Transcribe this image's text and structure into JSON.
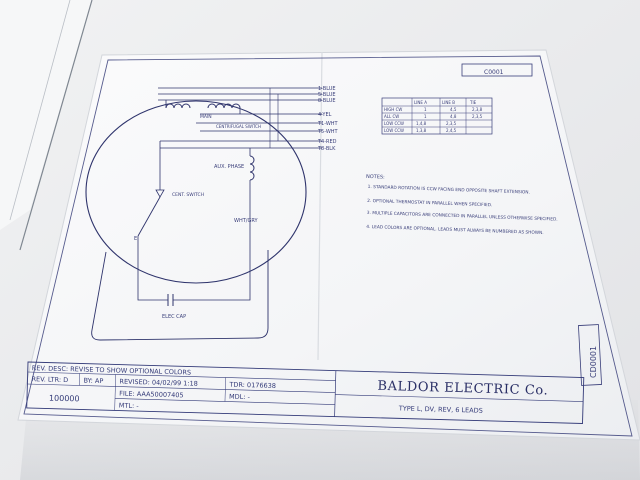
{
  "drawing_code": "CD0001",
  "corner_code": "C0001",
  "leads": [
    "1-BLUE",
    "5-BLUE",
    "8-BLUE",
    "4-YEL",
    "T1-WHT",
    "T5-WHT",
    "T4-RED",
    "T8-BLK"
  ],
  "wiring_labels": {
    "main": "MAIN",
    "switch": "CENTRIFUGAL\nSWITCH",
    "aux_phase": "AUX. PHASE",
    "cent_switch": "CENT.\nSWITCH",
    "wht_gry": "WHT/GRY",
    "elec_cap": "ELEC CAP",
    "point": "E"
  },
  "rotation_table": {
    "headers": [
      "",
      "LINE A",
      "LINE B",
      "TIE"
    ],
    "rows": [
      [
        "HIGH CW",
        "1",
        "4,5",
        "2,3,8"
      ],
      [
        "ALL CW",
        "1",
        "4,8",
        "2,3,5"
      ],
      [
        "LOW CCW",
        "1,4,8",
        "2,3,5",
        ""
      ],
      [
        "LOW CCW",
        "1,3,8",
        "2,4,5",
        ""
      ]
    ]
  },
  "notes_title": "NOTES:",
  "notes": [
    "1. STANDARD ROTATION IS CCW FACING END OPPOSITE SHAFT EXTENSION.",
    "2. OPTIONAL THERMOSTAT IN PARALLEL WHEN SPECIFIED.",
    "3. MULTIPLE CAPACITORS ARE CONNECTED IN PARALLEL UNLESS OTHERWISE SPECIFIED.",
    "4. LEAD COLORS ARE OPTIONAL. LEADS MUST ALWAYS BE NUMBERED AS SHOWN."
  ],
  "title_block": {
    "rev_desc": "REV. DESC: REVISE TO SHOW OPTIONAL COLORS",
    "rev_ltr": "REV. LTR: D",
    "by": "BY: AP",
    "revised": "REVISED: 04/02/99 1:18",
    "tdr": "TDR: 0176638",
    "file": "FILE: AAA50007405",
    "mdl": "MDL: -",
    "mtl": "MTL: -",
    "drawing_no": "100000",
    "company": "BALDOR ELECTRIC Co.",
    "type": "TYPE L, DV, REV, 6 LEADS"
  }
}
